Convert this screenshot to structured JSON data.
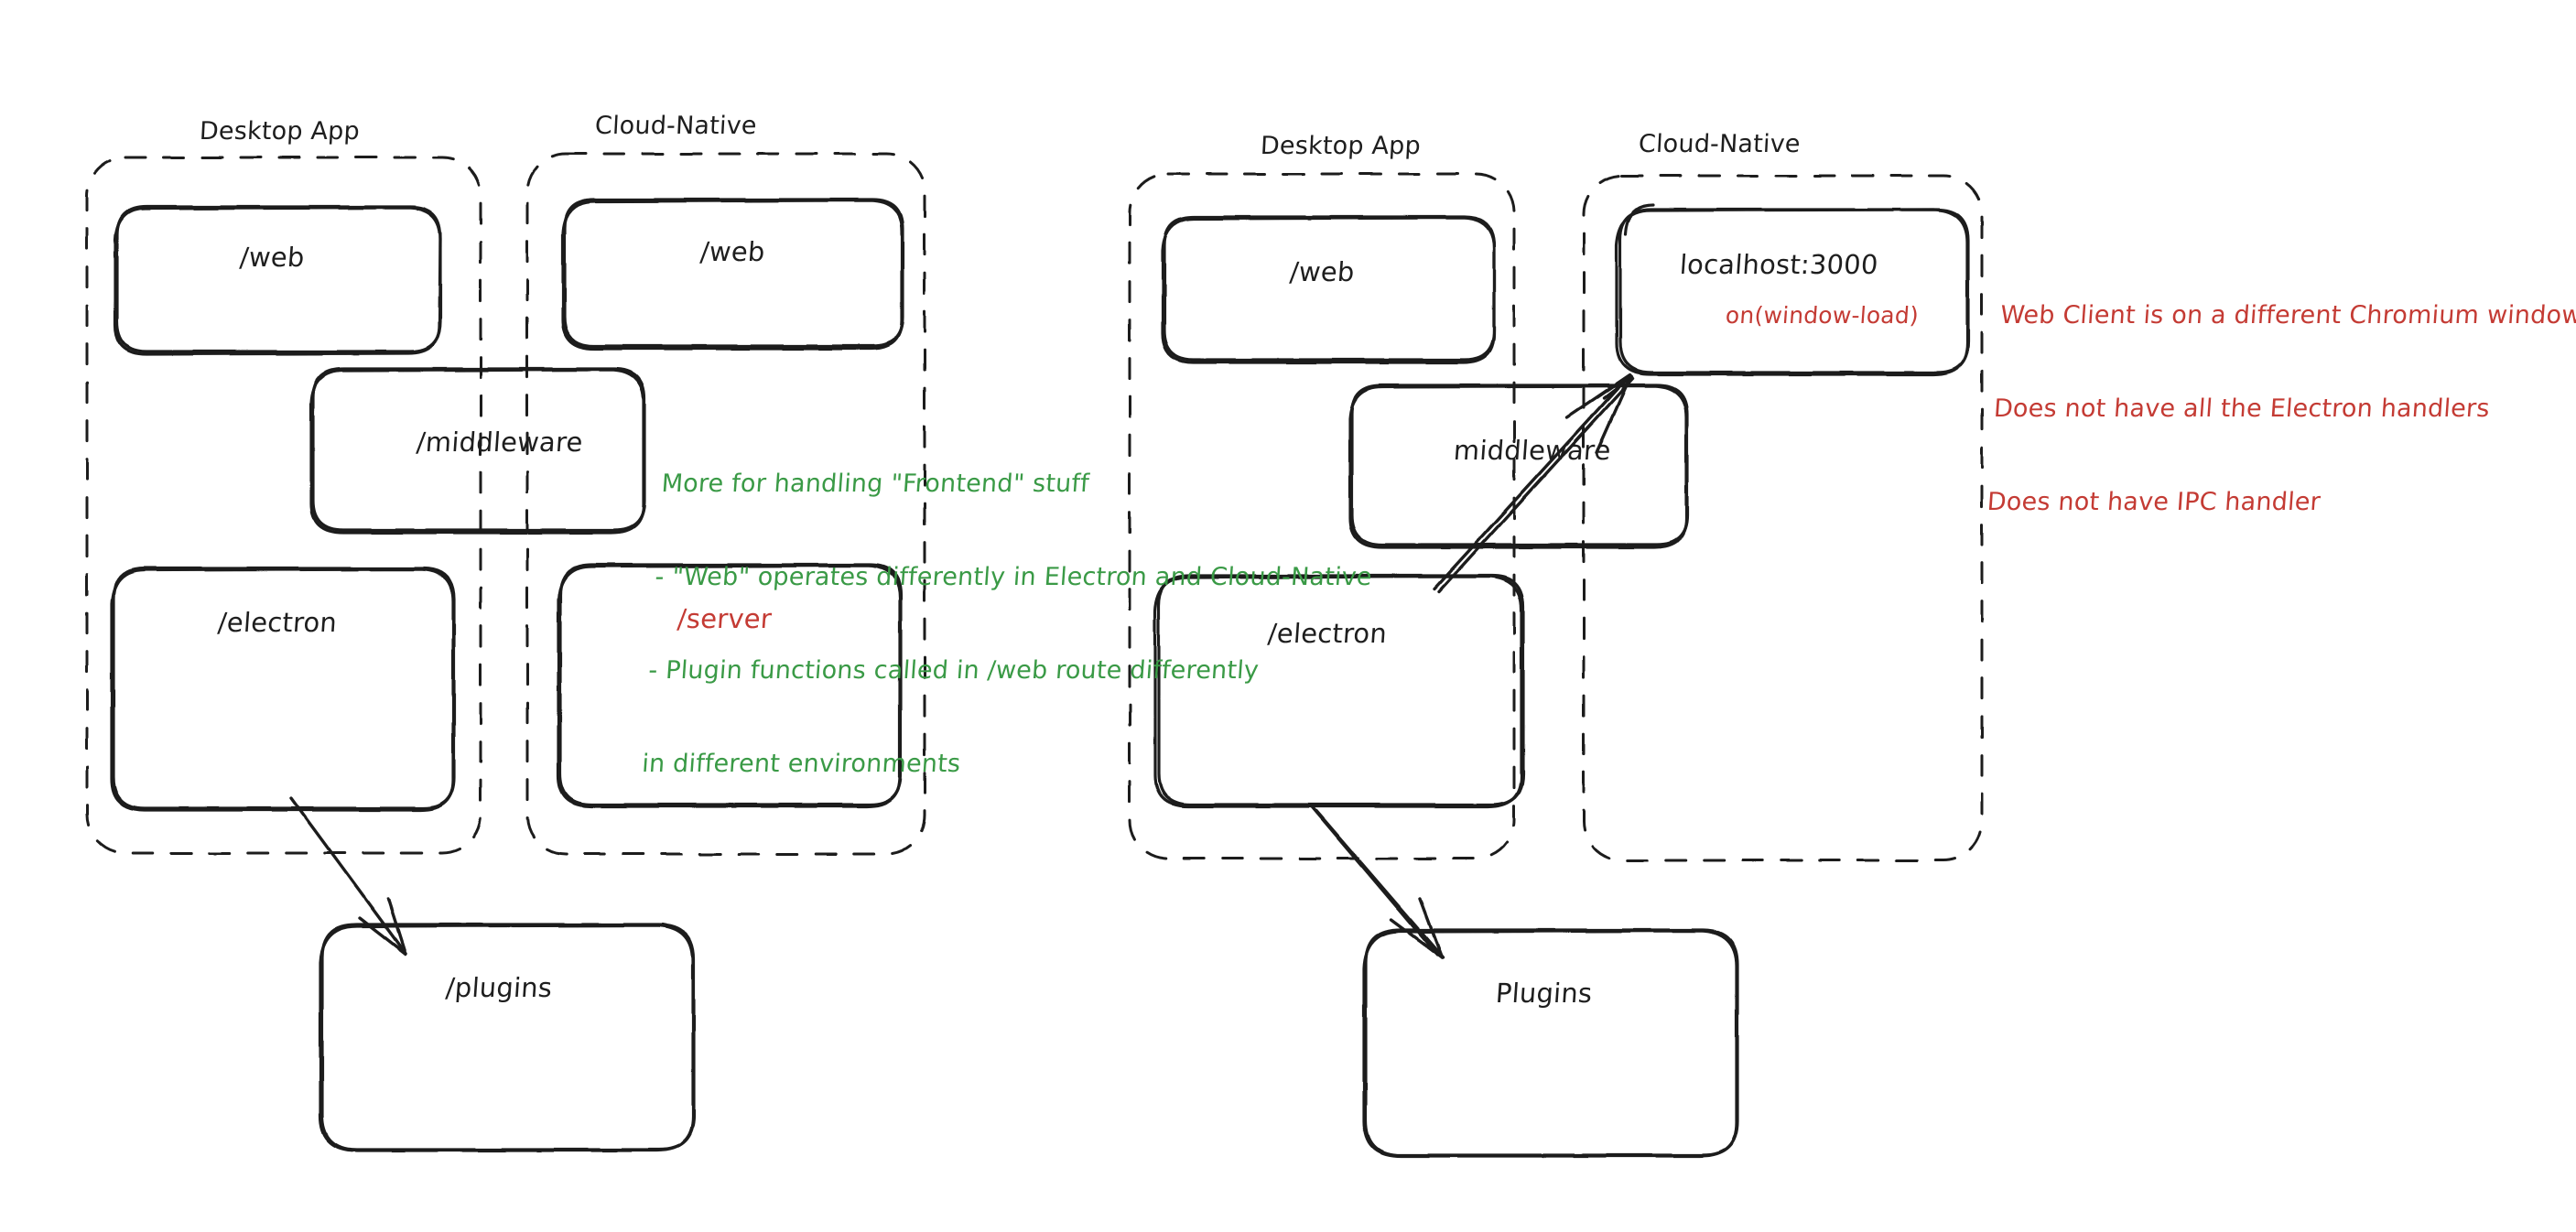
{
  "diagram": {
    "title_left_desktop": "Desktop App",
    "title_left_cloud": "Cloud-Native",
    "title_right_desktop": "Desktop App",
    "title_right_cloud": "Cloud-Native",
    "colors": {
      "stroke": "#1e1e1e",
      "green": "#3a9a46",
      "red": "#c43b34",
      "background": "#ffffff"
    },
    "left_diagram": {
      "desktop_group": {
        "label": "Desktop App",
        "nodes": [
          {
            "label": "/web",
            "color": "#1e1e1e"
          },
          {
            "label": "/electron",
            "color": "#1e1e1e"
          }
        ]
      },
      "cloud_group": {
        "label": "Cloud-Native",
        "nodes": [
          {
            "label": "/web",
            "color": "#1e1e1e"
          },
          {
            "label": "/server",
            "color": "#c43b34"
          }
        ]
      },
      "shared_node": {
        "label": "/middleware",
        "color": "#1e1e1e"
      },
      "plugins_node": {
        "label": "/plugins",
        "color": "#1e1e1e"
      },
      "note": {
        "color": "#3a9a46",
        "lines": [
          "More for handling \"Frontend\" stuff",
          "- \"Web\" operates differently in Electron and Cloud-Native",
          "- Plugin functions called in /web route differently",
          "in different environments"
        ]
      }
    },
    "right_diagram": {
      "desktop_group": {
        "label": "Desktop App",
        "nodes": [
          {
            "label": "/web",
            "color": "#1e1e1e"
          },
          {
            "label": "/electron",
            "color": "#1e1e1e"
          }
        ]
      },
      "cloud_group": {
        "label": "Cloud-Native",
        "nodes": [
          {
            "label": "localhost:3000",
            "color": "#1e1e1e",
            "sub_label": "on(window-load)",
            "sub_color": "#c43b34"
          }
        ]
      },
      "shared_node": {
        "label": "middleware",
        "color": "#1e1e1e"
      },
      "plugins_node": {
        "label": "Plugins",
        "color": "#1e1e1e"
      },
      "note": {
        "color": "#c43b34",
        "lines": [
          "Web Client is on a different Chromium window",
          "Does not have all the Electron handlers",
          "Does not have IPC handler"
        ]
      }
    }
  }
}
